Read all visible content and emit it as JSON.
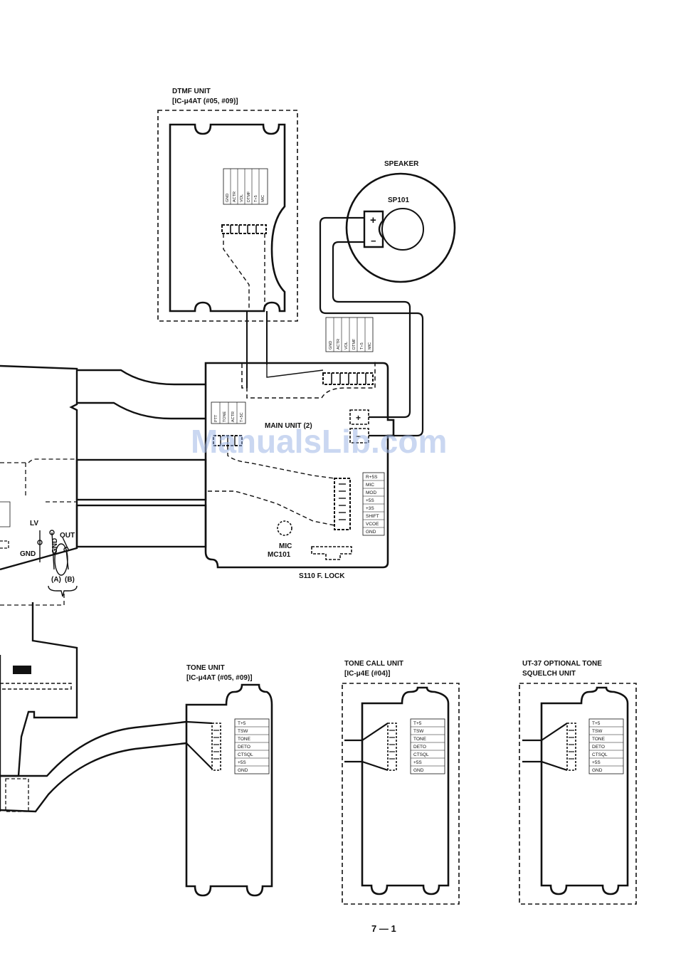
{
  "dtmf_unit": {
    "title": "DTMF UNIT",
    "model": "[IC-μ4AT (#05, #09)]",
    "pins": [
      "GND",
      "ACTR",
      "VOL",
      "DTMF",
      "T+5",
      "MIC"
    ]
  },
  "speaker": {
    "title": "SPEAKER",
    "ref": "SP101",
    "plus": "+",
    "minus": "−"
  },
  "main_unit": {
    "title": "MAIN UNIT (2)",
    "top_connector_pins": [
      "GND",
      "ACTR",
      "VOL",
      "DTMF",
      "T+5",
      "MIC"
    ],
    "left_connector_pins": [
      "PTT",
      "TONE",
      "ACTR",
      "T+5C"
    ],
    "right_connector_pins": [
      "R+5S",
      "MIC",
      "MOD",
      "+5S",
      "+3S",
      "SHIFT",
      "VCOE",
      "GND"
    ],
    "mic_label": "MIC",
    "mic_ref": "MC101",
    "lock_label": "S110 F. LOCK"
  },
  "left_labels": {
    "lv": "LV",
    "gnd_left": "GND",
    "gnd_vertical": "GND",
    "out": "OUT",
    "a": "(A)",
    "b": "(B)"
  },
  "tone_unit": {
    "title": "TONE UNIT",
    "model": "[IC-μ4AT (#05, #09)]",
    "pins": [
      "T+5",
      "TSW",
      "TONE",
      "DETO",
      "CTSQL",
      "+5S",
      "GND"
    ]
  },
  "tone_call_unit": {
    "title": "TONE CALL UNIT",
    "model": "[IC-μ4E (#04)]",
    "pins": [
      "T+5",
      "TSW",
      "TONE",
      "DETO",
      "CTSQL",
      "+5S",
      "GND"
    ]
  },
  "ut37_unit": {
    "title_line1": "UT-37 OPTIONAL TONE",
    "title_line2": "SQUELCH UNIT",
    "pins": [
      "T+5",
      "TSW",
      "TONE",
      "DETO",
      "CTSQL",
      "+5S",
      "GND"
    ]
  },
  "watermark": "ManualsLib.com",
  "page_number": "7 — 1"
}
